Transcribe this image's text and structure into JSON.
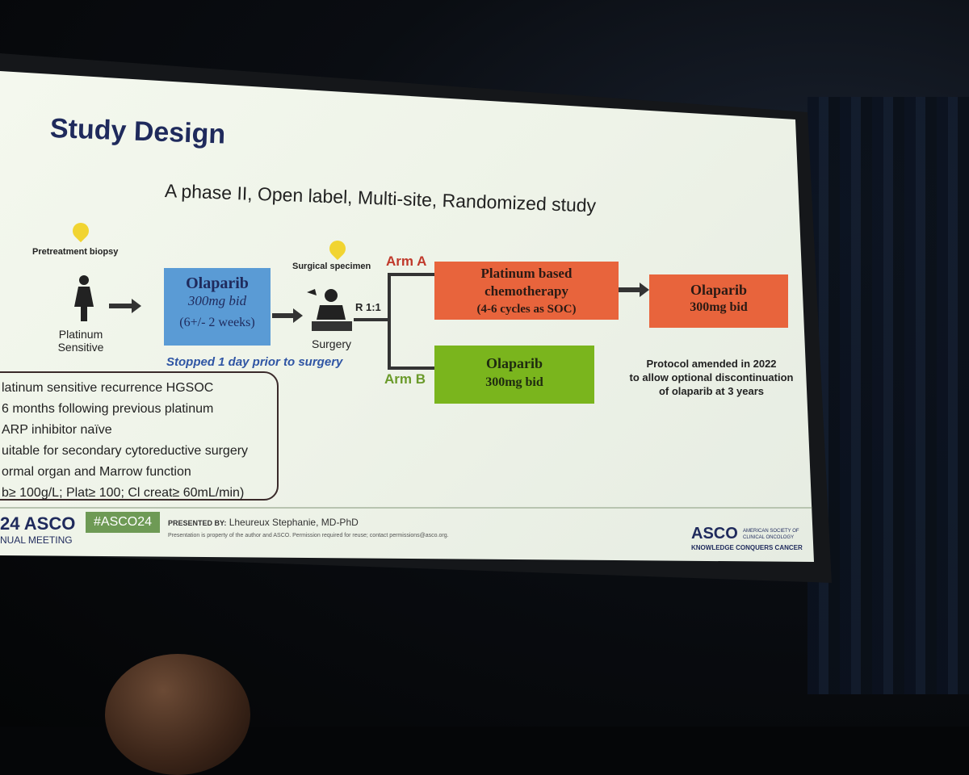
{
  "slide": {
    "title": "Study Design",
    "subtitle": "A phase II, Open label, Multi-site, Randomized study",
    "pretreatment_label": "Pretreatment biopsy",
    "patient_label_line1": "Platinum",
    "patient_label_line2": "Sensitive",
    "olaparib_box": {
      "line1": "Olaparib",
      "line2": "300mg bid",
      "line3": "(6+/- 2 weeks)"
    },
    "stopped_note": "Stopped 1 day prior to surgery",
    "surgical_specimen_label": "Surgical specimen",
    "surgery_label": "Surgery",
    "randomization_label": "R 1:1",
    "arm_a_label": "Arm A",
    "arm_b_label": "Arm B",
    "arm_a_box": {
      "line1": "Platinum based",
      "line2": "chemotherapy",
      "line3": "(4-6 cycles as SOC)"
    },
    "arm_a_followup": {
      "line1": "Olaparib",
      "line2": "300mg bid"
    },
    "arm_b_box": {
      "line1": "Olaparib",
      "line2": "300mg bid"
    },
    "protocol_note": {
      "line1": "Protocol amended in 2022",
      "line2": "to allow optional discontinuation",
      "line3": "of olaparib at 3 years"
    },
    "criteria": [
      "latinum sensitive recurrence HGSOC",
      "6 months following previous platinum",
      "ARP inhibitor naïve",
      "uitable for secondary cytoreductive surgery",
      "ormal organ and Marrow function",
      "b≥ 100g/L; Plat≥ 100; Cl creat≥ 60mL/min)"
    ],
    "footer": {
      "meeting_logo": "24 ASCO",
      "meeting_sub": "NUAL MEETING",
      "hashtag": "#ASCO24",
      "presented_by_label": "PRESENTED BY:",
      "presenter": "Lheureux Stephanie, MD-PhD",
      "disclaimer": "Presentation is property of the author and ASCO. Permission required for reuse; contact permissions@asco.org.",
      "asco_logo": "ASCO",
      "asco_org_line1": "AMERICAN SOCIETY OF",
      "asco_org_line2": "CLINICAL ONCOLOGY",
      "asco_tagline": "KNOWLEDGE CONQUERS CANCER"
    }
  },
  "colors": {
    "olaparib_box_bg": "#5a9bd5",
    "arm_a_bg": "#e8643c",
    "arm_b_bg": "#7ab51d",
    "arm_a_text": "#c0392b",
    "arm_b_text": "#6a9a2a",
    "title": "#1f2a5c",
    "stopped_note": "#2f55a4"
  }
}
